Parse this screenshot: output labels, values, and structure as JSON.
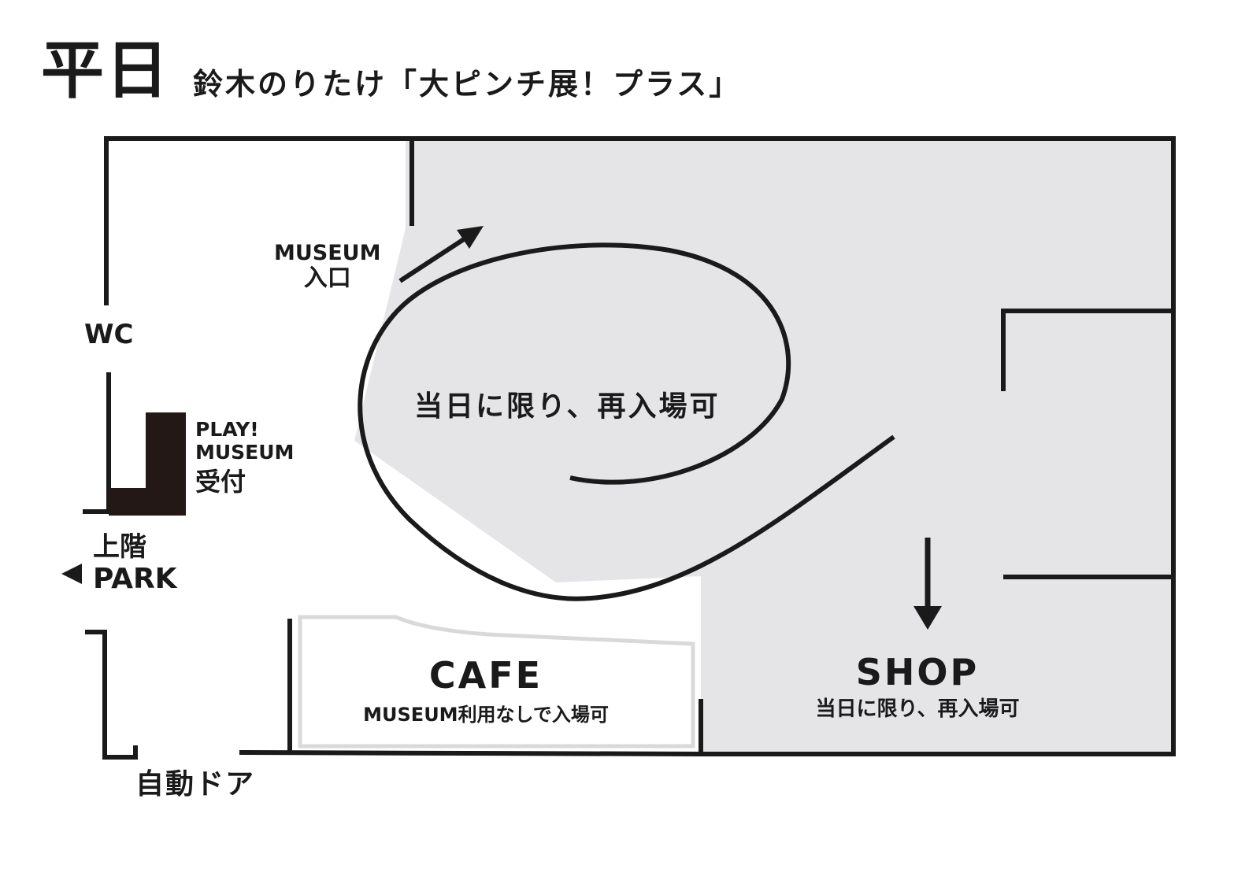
{
  "header": {
    "title": "平日",
    "subtitle": "鈴木のりたけ「大ピンチ展！プラス」"
  },
  "labels": {
    "museum_entrance_en": "MUSEUM",
    "museum_entrance_jp": "入口",
    "wc": "WC",
    "reception_line1": "PLAY!",
    "reception_line2": "MUSEUM",
    "reception_jp": "受付",
    "upper_floor_jp": "上階",
    "upper_floor_en": "PARK",
    "spiral_note": "当日に限り、再入場可",
    "cafe_name": "CAFE",
    "cafe_note": "MUSEUM利用なしで入場可",
    "shop_name": "SHOP",
    "shop_note": "当日に限り、再入場可",
    "auto_door": "自動ドア"
  },
  "colors": {
    "wall": "#1a1a1a",
    "gallery_fill": "#e5e4e7",
    "cafe_outline": "#d9d9d9",
    "background": "#ffffff"
  }
}
